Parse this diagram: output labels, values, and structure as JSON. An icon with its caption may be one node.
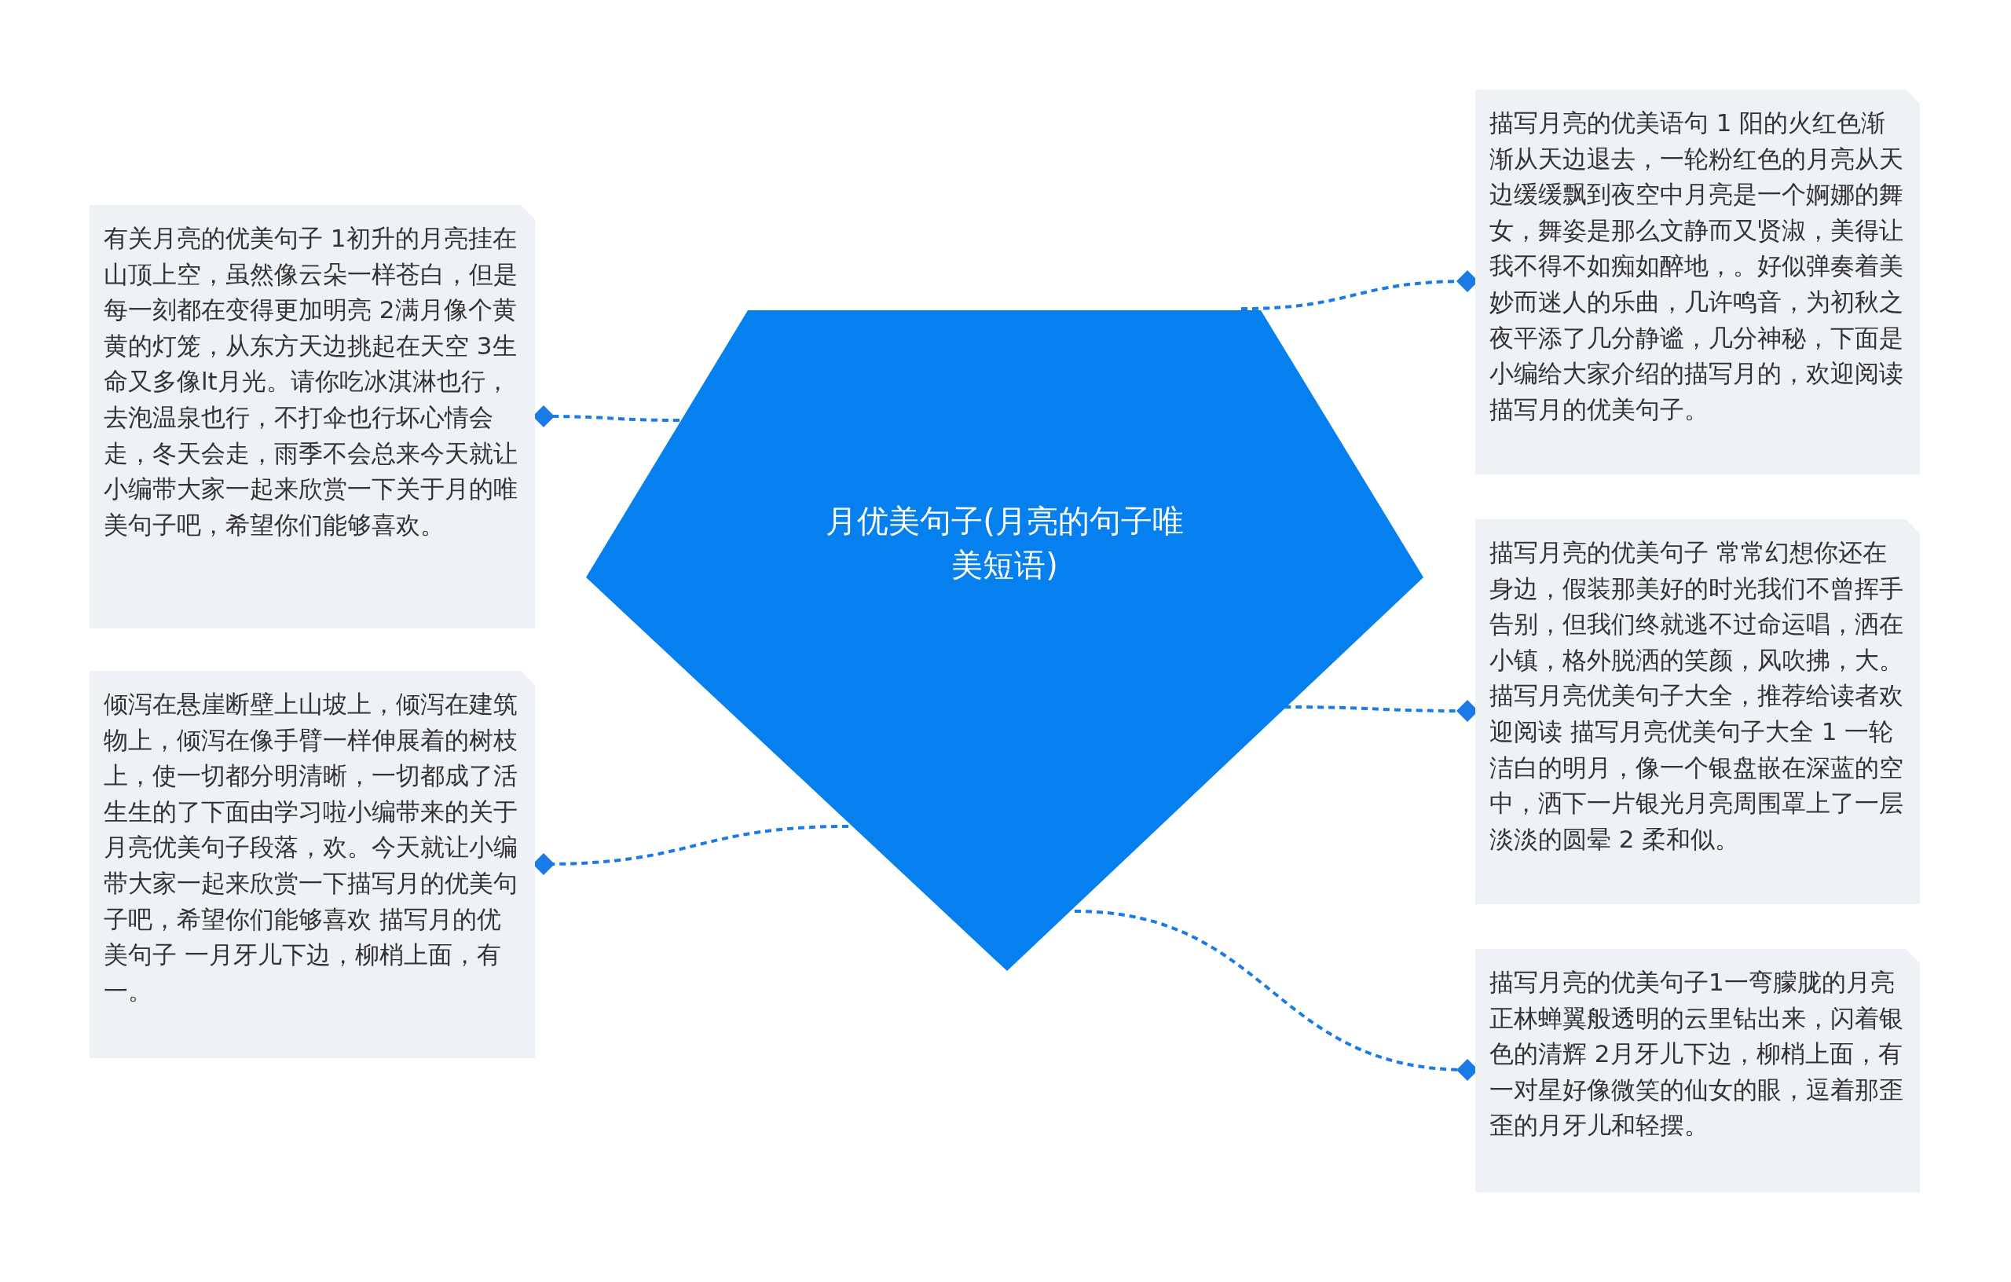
{
  "diagram": {
    "nodes": [
      {
        "text": [
          "月优美句子(月亮的句子唯美短语)"
        ]
      },
      {
        "text": [
          "有关月亮的优美句子 1初升的月亮挂在山顶上空，虽然像云朵一样苍白，但是每一刻都在变得更加明亮 2满月像个黄黄的灯笼，从东方天边挑起在天空 3生命又多像lt月光。请你吃冰淇淋也行，去泡温泉也行，不打伞也行坏心情会走，冬天会走，雨季不会总来今天就让小编带大家一起来欣赏一下关于月的唯美句子吧，希望你们能够喜欢。"
        ]
      },
      {
        "text": [
          "倾泻在悬崖断壁上山坡上，倾泻在建筑物上，倾泻在像手臂一样伸展着的树枝上，使一切都分明清晰，一切都成了活生生的了下面由学习啦小编带来的关于月亮优美句子段落，欢。今天就让小编带大家一起来欣赏一下描写月的优美句子吧，希望你们能够喜欢 描写月的优美句子 一月牙儿下边，柳梢上面，有一。"
        ]
      },
      {
        "text": [
          "描写月亮的优美语句 1 阳的火红色渐渐从天边退去，一轮粉红色的月亮从天边缓缓飘到夜空中月亮是一个婀娜的舞女，舞姿是那么文静而又贤淑，美得让我不得不如痴如醉地，。好似弹奏着美妙而迷人的乐曲，几许鸣音，为初秋之夜平添了几分静谧，几分神秘，下面是小编给大家介绍的描写月的，欢迎阅读描写月的优美句子。"
        ]
      },
      {
        "text": [
          "描写月亮的优美句子 常常幻想你还在身边，假装那美好的时光我们不曾挥手告别，但我们终就逃不过命运唱，洒在小镇，格外脱洒的笑颜，风吹拂，大。描写月亮优美句子大全，推荐给读者欢迎阅读 描写月亮优美句子大全 1 一轮洁白的明月，像一个银盘嵌在深蓝的空中，洒下一片银光月亮周围罩上了一层淡淡的圆晕 2 柔和似。"
        ]
      },
      {
        "text": [
          "描写月亮的优美句子1一弯朦胧的月亮正林蝉翼般透明的云里钻出来，闪着银色的清辉 2月牙儿下边，柳梢上面，有一对星好像微笑的仙女的眼，逗着那歪歪的月牙儿和轻摆。"
        ]
      }
    ],
    "edges": [
      {
        "from": 0,
        "to": 1,
        "arrow": "other",
        "style": "dashed"
      },
      {
        "from": 0,
        "to": 2,
        "arrow": "other",
        "style": "dashed"
      },
      {
        "from": 0,
        "to": 3,
        "arrow": "other",
        "style": "dashed"
      },
      {
        "from": 0,
        "to": 4,
        "arrow": "other",
        "style": "dashed"
      },
      {
        "from": 0,
        "to": 5,
        "arrow": "other",
        "style": "dashed"
      }
    ]
  }
}
